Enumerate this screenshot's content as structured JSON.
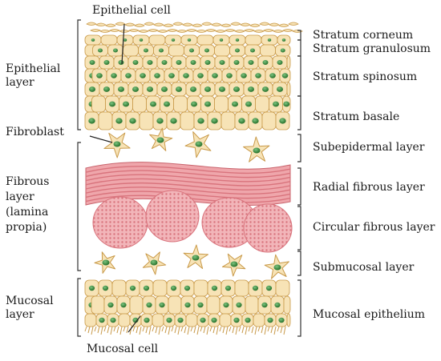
{
  "labels": {
    "epithelial_cell": "Epithelial cell",
    "fibroblast": "Fibroblast",
    "mucosal_cell": "Mucosal cell",
    "epithelial_layer": [
      "Epithelial",
      "layer"
    ],
    "fibrous_layer": [
      "Fibrous",
      "layer",
      "(lamina",
      "propia)"
    ],
    "mucosal_layer": [
      "Mucosal",
      "layer"
    ],
    "stratum_corneum": "Stratum corneum",
    "stratum_granulosum": "Stratum granulosum",
    "stratum_spinosum": "Stratum spinosum",
    "stratum_basale": "Stratum basale",
    "subepidermal_layer": "Subepidermal layer",
    "radial_fibrous_layer": "Radial fibrous layer",
    "circular_fibrous_layer": "Circular fibrous layer",
    "submucosal_layer": "Submucosal layer",
    "mucosal_epithelium": "Mucosal epithelium"
  },
  "colors": {
    "cell_fill": "#f7e3b6",
    "cell_stroke": "#c99a4a",
    "nucleus": "#2e7d32",
    "fiber": "#e8959b",
    "fiber_dark": "#c9646d",
    "bracket": "#333333"
  }
}
